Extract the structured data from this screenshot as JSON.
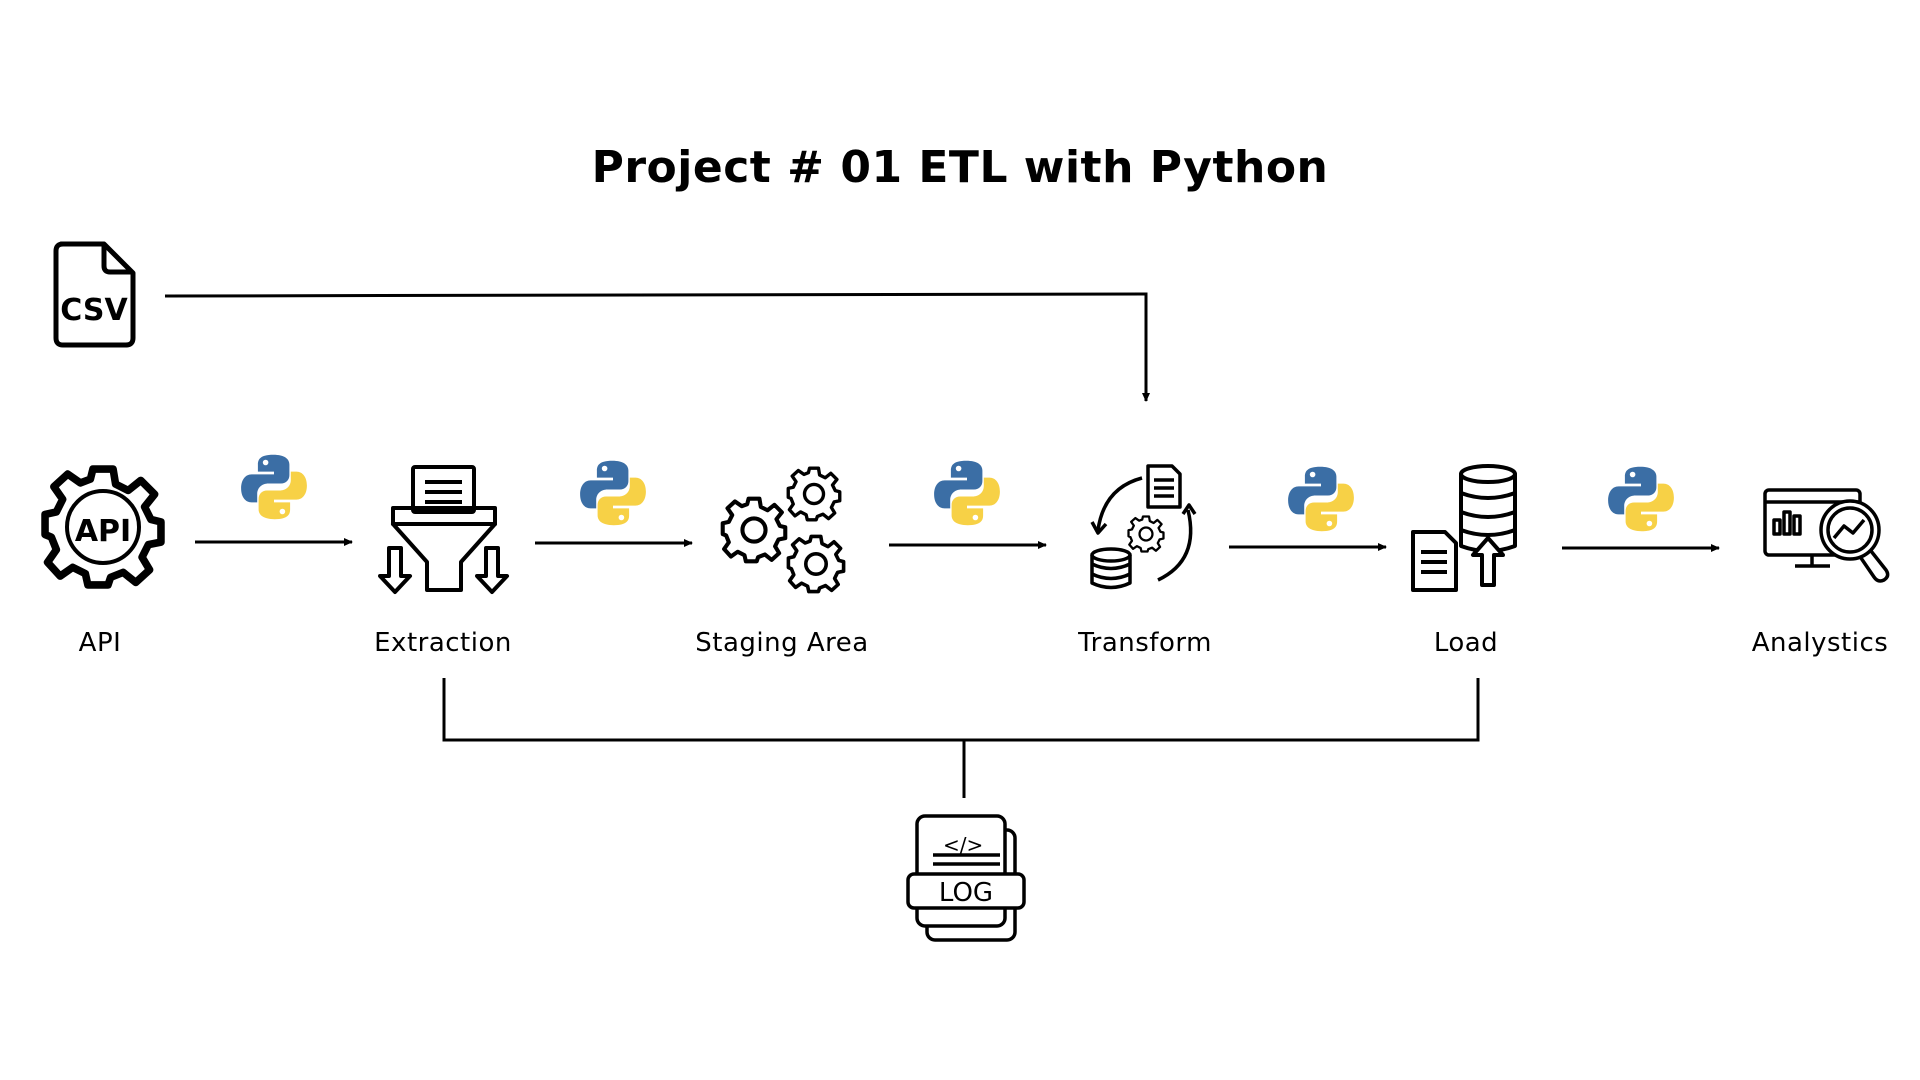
{
  "title": "Project # 01 ETL with Python",
  "source_file": {
    "label": "CSV",
    "icon": "csv-file-icon"
  },
  "stages": [
    {
      "id": "api",
      "label": "API",
      "icon": "api-gear-icon"
    },
    {
      "id": "extraction",
      "label": "Extraction",
      "icon": "funnel-extraction-icon"
    },
    {
      "id": "staging",
      "label": "Staging Area",
      "icon": "gears-icon"
    },
    {
      "id": "transform",
      "label": "Transform",
      "icon": "transform-cycle-icon"
    },
    {
      "id": "load",
      "label": "Load",
      "icon": "database-upload-icon"
    },
    {
      "id": "analytics",
      "label": "Analystics",
      "icon": "analytics-magnifier-icon"
    }
  ],
  "connector_icon": "python-logo-icon",
  "log": {
    "label": "LOG",
    "code_glyph": "</>",
    "icon": "log-file-icon"
  },
  "colors": {
    "python_blue": "#3b6ea5",
    "python_yellow": "#f7d146",
    "line": "#000000",
    "background": "#ffffff"
  }
}
